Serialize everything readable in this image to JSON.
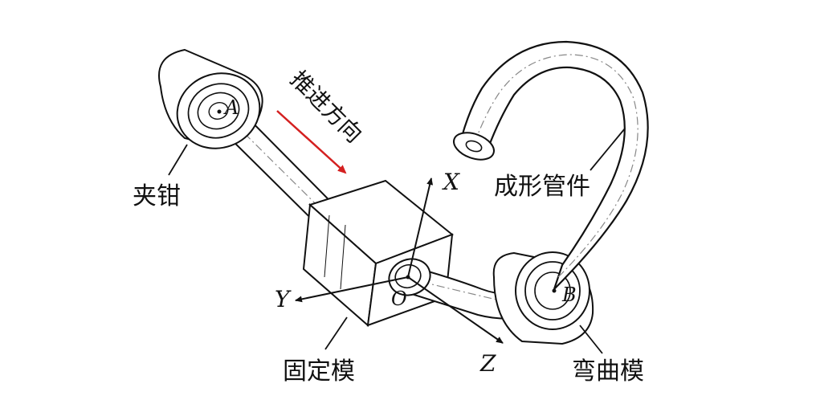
{
  "labels": {
    "clamp": "夹钳",
    "fixed_die": "固定模",
    "formed_tube": "成形管件",
    "bending_die": "弯曲模",
    "push_direction": "推进方向"
  },
  "axes": {
    "x": "X",
    "y": "Y",
    "z": "Z"
  },
  "points": {
    "a": "A",
    "b": "B",
    "o": "O"
  },
  "colors": {
    "arrow": "#d42020",
    "line": "#111111",
    "background": "#ffffff"
  }
}
